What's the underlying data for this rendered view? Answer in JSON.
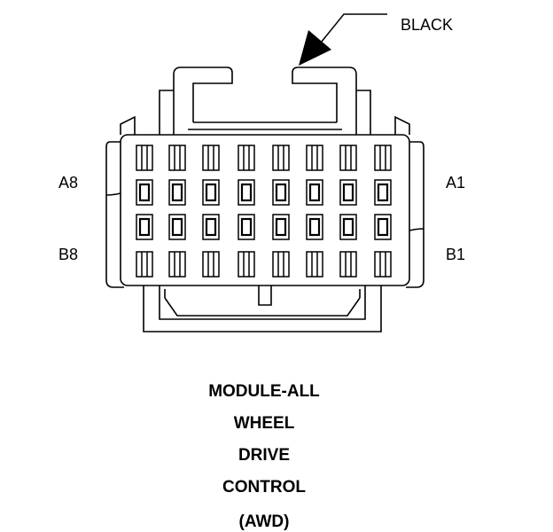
{
  "color_label": "BLACK",
  "pin_labels": {
    "top_left": "A8",
    "top_right": "A1",
    "bottom_left": "B8",
    "bottom_right": "B1"
  },
  "title_lines": [
    "MODULE-ALL",
    "WHEEL",
    "DRIVE",
    "CONTROL",
    "(AWD)"
  ],
  "colors": {
    "stroke": "#000000",
    "background": "#ffffff"
  }
}
